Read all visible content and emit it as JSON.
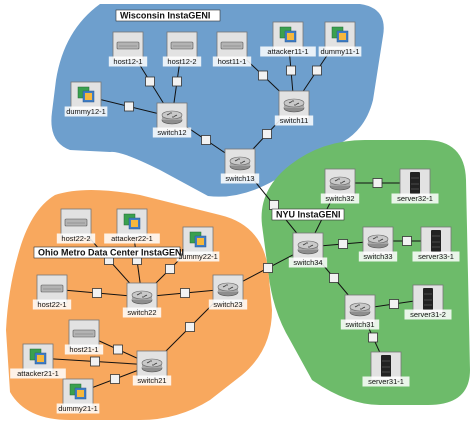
{
  "regions": [
    {
      "id": "wisconsin",
      "label": "Wisconsin InstaGENI",
      "color": "#6e9fcd"
    },
    {
      "id": "nyu",
      "label": "NYU InstaGENI",
      "color": "#6dbb6a"
    },
    {
      "id": "ohio",
      "label": "Ohio Metro Data Center InstaGENI",
      "color": "#f8a85e"
    }
  ],
  "nodes": [
    {
      "id": "host12-1",
      "label": "host12-1",
      "kind": "host"
    },
    {
      "id": "host12-2",
      "label": "host12-2",
      "kind": "host"
    },
    {
      "id": "host11-1",
      "label": "host11-1",
      "kind": "host"
    },
    {
      "id": "attacker11-1",
      "label": "attacker11-1",
      "kind": "vm"
    },
    {
      "id": "dummy11-1",
      "label": "dummy11-1",
      "kind": "vm"
    },
    {
      "id": "dummy12-1",
      "label": "dummy12-1",
      "kind": "vm"
    },
    {
      "id": "switch12",
      "label": "switch12",
      "kind": "switch"
    },
    {
      "id": "switch11",
      "label": "switch11",
      "kind": "switch"
    },
    {
      "id": "switch13",
      "label": "switch13",
      "kind": "switch"
    },
    {
      "id": "switch32",
      "label": "switch32",
      "kind": "switch"
    },
    {
      "id": "server32-1",
      "label": "server32-1",
      "kind": "server"
    },
    {
      "id": "switch34",
      "label": "switch34",
      "kind": "switch"
    },
    {
      "id": "switch33",
      "label": "switch33",
      "kind": "switch"
    },
    {
      "id": "server33-1",
      "label": "server33-1",
      "kind": "server"
    },
    {
      "id": "switch31",
      "label": "switch31",
      "kind": "switch"
    },
    {
      "id": "server31-2",
      "label": "server31-2",
      "kind": "server"
    },
    {
      "id": "server31-1",
      "label": "server31-1",
      "kind": "server"
    },
    {
      "id": "host22-2",
      "label": "host22-2",
      "kind": "host"
    },
    {
      "id": "attacker22-1",
      "label": "attacker22-1",
      "kind": "vm"
    },
    {
      "id": "dummy22-1",
      "label": "dummy22-1",
      "kind": "vm"
    },
    {
      "id": "host22-1",
      "label": "host22-1",
      "kind": "host"
    },
    {
      "id": "switch22",
      "label": "switch22",
      "kind": "switch"
    },
    {
      "id": "switch23",
      "label": "switch23",
      "kind": "switch"
    },
    {
      "id": "host21-1",
      "label": "host21-1",
      "kind": "host"
    },
    {
      "id": "attacker21-1",
      "label": "attacker21-1",
      "kind": "vm"
    },
    {
      "id": "switch21",
      "label": "switch21",
      "kind": "switch"
    },
    {
      "id": "dummy21-1",
      "label": "dummy21-1",
      "kind": "vm"
    }
  ],
  "links": [
    [
      "host12-1",
      "switch12"
    ],
    [
      "host12-2",
      "switch12"
    ],
    [
      "dummy12-1",
      "switch12"
    ],
    [
      "host11-1",
      "switch11"
    ],
    [
      "attacker11-1",
      "switch11"
    ],
    [
      "dummy11-1",
      "switch11"
    ],
    [
      "switch12",
      "switch13"
    ],
    [
      "switch11",
      "switch13"
    ],
    [
      "switch13",
      "switch34"
    ],
    [
      "switch32",
      "server32-1"
    ],
    [
      "switch32",
      "switch34"
    ],
    [
      "switch33",
      "switch34"
    ],
    [
      "switch33",
      "server33-1"
    ],
    [
      "switch34",
      "switch31"
    ],
    [
      "switch31",
      "server31-2"
    ],
    [
      "switch31",
      "server31-1"
    ],
    [
      "host22-2",
      "switch22"
    ],
    [
      "attacker22-1",
      "switch22"
    ],
    [
      "dummy22-1",
      "switch22"
    ],
    [
      "host22-1",
      "switch22"
    ],
    [
      "switch22",
      "switch23"
    ],
    [
      "switch23",
      "switch34"
    ],
    [
      "switch23",
      "switch21"
    ],
    [
      "host21-1",
      "switch21"
    ],
    [
      "attacker21-1",
      "switch21"
    ],
    [
      "dummy21-1",
      "switch21"
    ]
  ]
}
